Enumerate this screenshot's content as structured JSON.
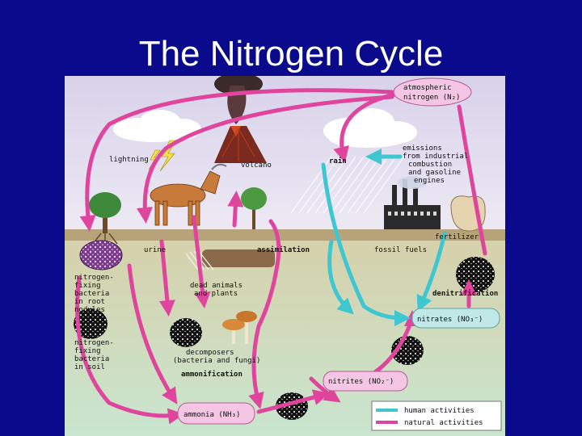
{
  "slide": {
    "title": "The Nitrogen Cycle"
  },
  "diagram": {
    "atmospheric": [
      "atmospheric",
      "nitrogen (N₂)"
    ],
    "lightning": "lightning",
    "volcano": "volcano",
    "rain": "rain",
    "emissions": [
      "emissions",
      "from industrial",
      "combustion",
      "and gasoline",
      "engines"
    ],
    "fertilizer": "fertilizer",
    "urine": "urine",
    "assimilation": "assimilation",
    "fossil_fuels": "fossil fuels",
    "root_bacteria": [
      "nitrogen-",
      "fixing",
      "bacteria",
      "in root",
      "nodules"
    ],
    "dead": [
      "dead animals",
      "and plants"
    ],
    "denitrification": "denitrification",
    "nitrates": "nitrates (NO₃⁻)",
    "soil_bacteria": [
      "nitrogen-",
      "fixing",
      "bacteria",
      "in soil"
    ],
    "decomposers": [
      "decomposers",
      "(bacteria and fungi)"
    ],
    "ammonification": "ammonification",
    "nitrites": "nitrites (NO₂⁻)",
    "ammonia": "ammonia (NH₃)",
    "legend": {
      "human": "human activities",
      "natural": "natural activities"
    }
  },
  "colors": {
    "background": "#0a0a8c",
    "human_arrow": "#3ec7d0",
    "natural_arrow": "#e0459e"
  }
}
